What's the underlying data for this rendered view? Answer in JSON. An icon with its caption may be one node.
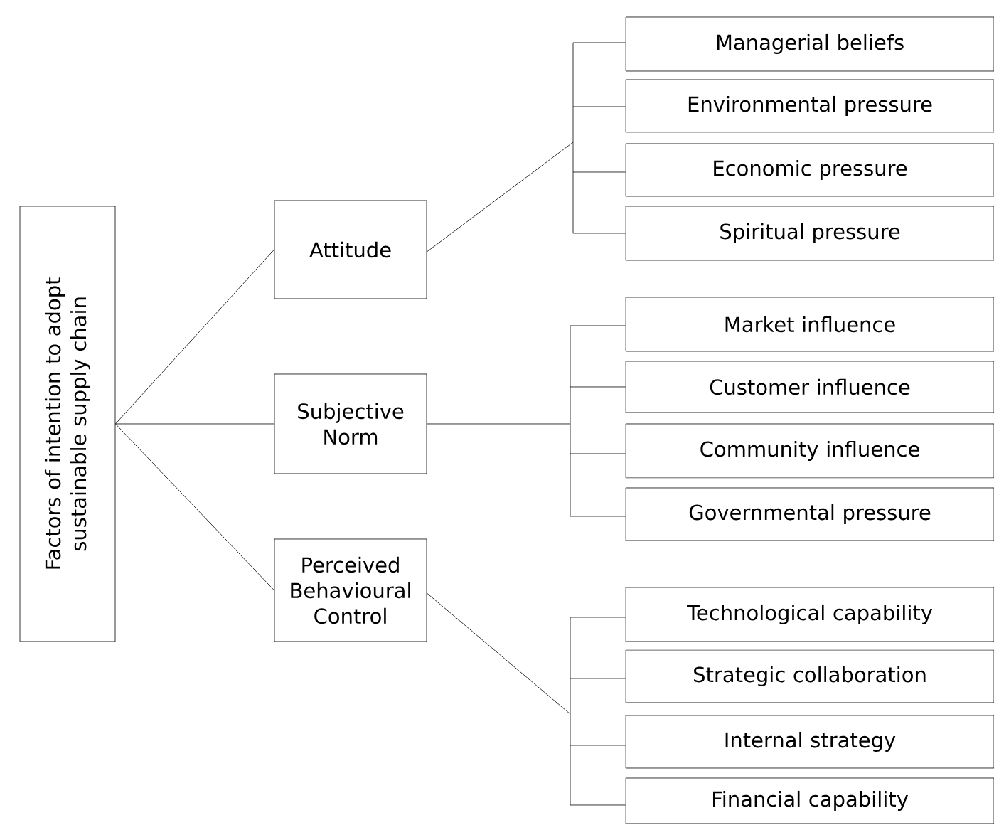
{
  "diagram": {
    "nodes": [
      {
        "text": [
          "Factors of intention to adopt sustainable supply chain"
        ]
      },
      {
        "text": [
          "Attitude"
        ]
      },
      {
        "text": [
          "Managerial beliefs"
        ]
      },
      {
        "text": [
          "Environmental pressure"
        ]
      },
      {
        "text": [
          "Economic pressure"
        ]
      },
      {
        "text": [
          "Spiritual pressure"
        ]
      },
      {
        "text": [
          "Subjective Norm"
        ]
      },
      {
        "text": [
          "Market influence"
        ]
      },
      {
        "text": [
          "Customer influence"
        ]
      },
      {
        "text": [
          "Community influence"
        ]
      },
      {
        "text": [
          "Governmental pressure"
        ]
      },
      {
        "text": [
          "Perceived Behavioural Control"
        ]
      },
      {
        "text": [
          "Technological capability"
        ]
      },
      {
        "text": [
          "Strategic collaboration"
        ]
      },
      {
        "text": [
          "Internal strategy"
        ]
      },
      {
        "text": [
          "Financial capability"
        ]
      }
    ],
    "edges": [
      {
        "from": 0,
        "to": 1,
        "arrow": "none"
      },
      {
        "from": 0,
        "to": 6,
        "arrow": "none"
      },
      {
        "from": 0,
        "to": 11,
        "arrow": "none"
      },
      {
        "from": 1,
        "to": 2,
        "arrow": "none"
      },
      {
        "from": 1,
        "to": 3,
        "arrow": "none"
      },
      {
        "from": 1,
        "to": 4,
        "arrow": "none"
      },
      {
        "from": 1,
        "to": 5,
        "arrow": "none"
      },
      {
        "from": 6,
        "to": 7,
        "arrow": "none"
      },
      {
        "from": 6,
        "to": 8,
        "arrow": "none"
      },
      {
        "from": 6,
        "to": 9,
        "arrow": "none"
      },
      {
        "from": 6,
        "to": 10,
        "arrow": "none"
      },
      {
        "from": 11,
        "to": 12,
        "arrow": "none"
      },
      {
        "from": 11,
        "to": 13,
        "arrow": "none"
      },
      {
        "from": 11,
        "to": 14,
        "arrow": "none"
      },
      {
        "from": 11,
        "to": 15,
        "arrow": "none"
      }
    ]
  }
}
